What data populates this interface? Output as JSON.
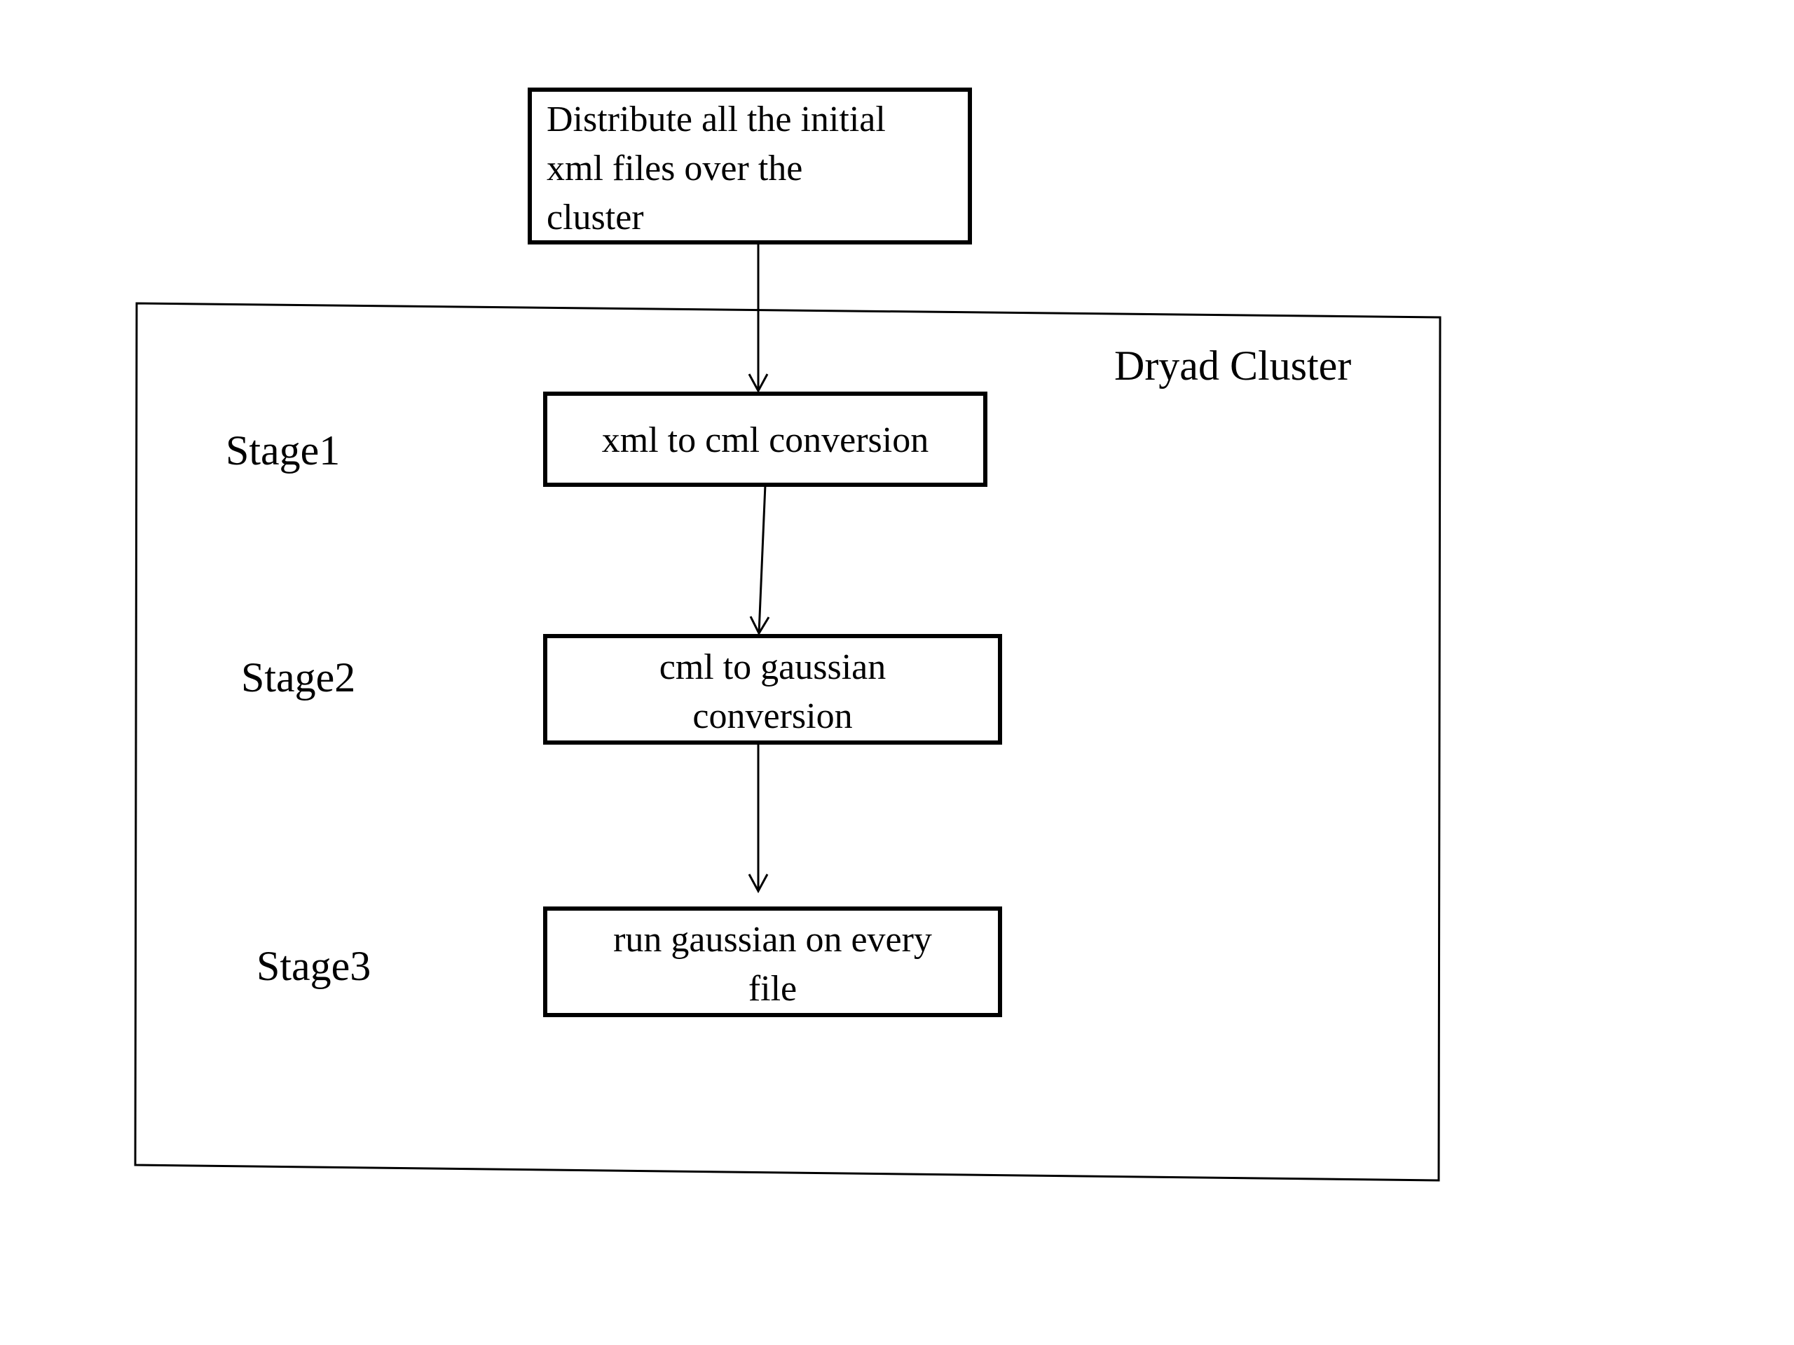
{
  "top_box": {
    "lines": [
      "Distribute all the initial",
      "xml files over the",
      "cluster"
    ]
  },
  "cluster": {
    "label": "Dryad Cluster"
  },
  "stages": [
    {
      "label": "Stage1",
      "box_lines": [
        "xml to cml conversion"
      ]
    },
    {
      "label": "Stage2",
      "box_lines": [
        "cml to gaussian",
        "conversion"
      ]
    },
    {
      "label": "Stage3",
      "box_lines": [
        "run gaussian on every",
        "file"
      ]
    }
  ]
}
